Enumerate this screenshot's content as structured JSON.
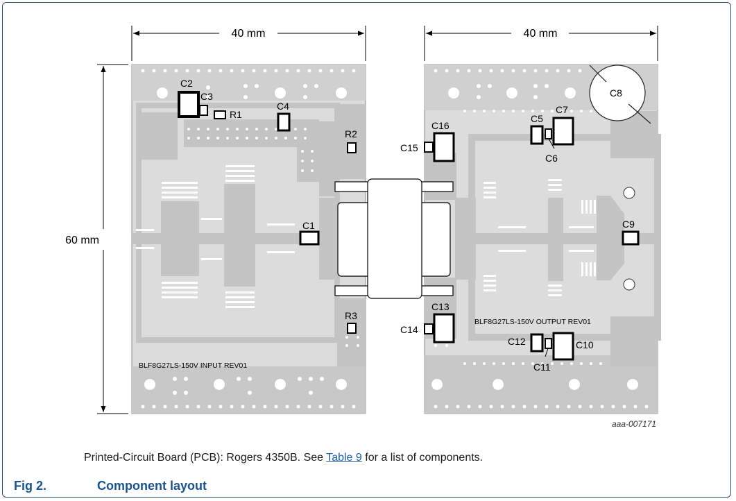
{
  "dimensions": {
    "left_board_width": "40 mm",
    "right_board_width": "40 mm",
    "board_height": "60 mm"
  },
  "components": {
    "C1": "C1",
    "C2": "C2",
    "C3": "C3",
    "C4": "C4",
    "C5": "C5",
    "C6": "C6",
    "C7": "C7",
    "C8": "C8",
    "C9": "C9",
    "C10": "C10",
    "C11": "C11",
    "C12": "C12",
    "C13": "C13",
    "C14": "C14",
    "C15": "C15",
    "C16": "C16",
    "R1": "R1",
    "R2": "R2",
    "R3": "R3"
  },
  "board_labels": {
    "input": "BLF8G27LS-150V INPUT REV01",
    "output": "BLF8G27LS-150V OUTPUT REV01"
  },
  "drawing_code": "aaa-007171",
  "caption": {
    "before": "Printed-Circuit Board (PCB): Rogers 4350B. See ",
    "link": "Table 9",
    "after": " for a list of components."
  },
  "figure": {
    "number": "Fig 2.",
    "title": "Component layout"
  },
  "colors": {
    "board": "#dcdcdc",
    "trace": "#c4c4c4",
    "frame": "#2a4f6e",
    "fig_title": "#1a5391",
    "link": "#1a5fa8"
  }
}
